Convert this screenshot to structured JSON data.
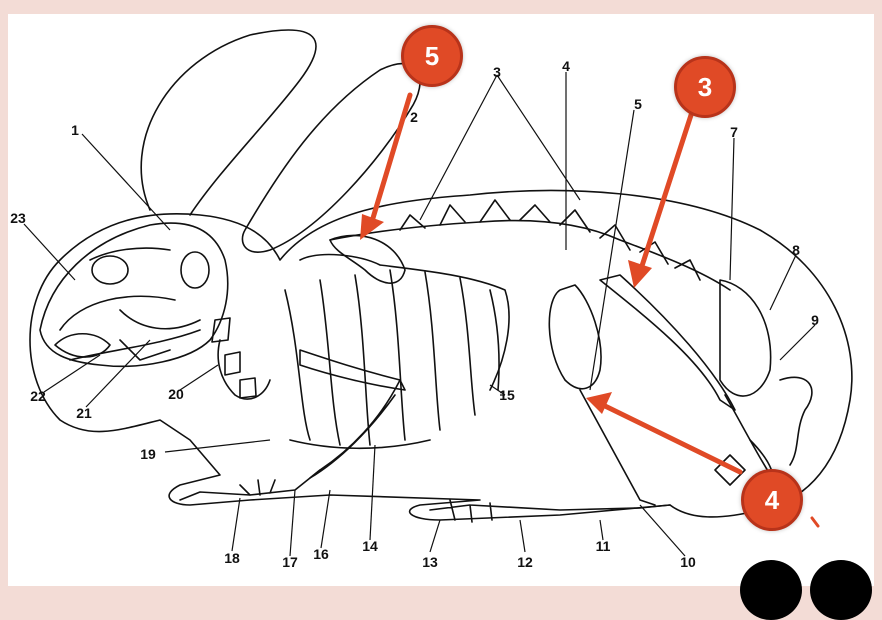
{
  "diagram": {
    "labels": [
      "1",
      "2",
      "3",
      "4",
      "5",
      "7",
      "8",
      "9",
      "10",
      "11",
      "12",
      "13",
      "14",
      "15",
      "16",
      "17",
      "18",
      "19",
      "20",
      "21",
      "22",
      "23"
    ],
    "callouts": [
      "5",
      "3",
      "4"
    ],
    "colors": {
      "callout_fill": "#e04a26",
      "arrow": "#e04a26",
      "line": "#111111",
      "background": "#f3dcd6"
    }
  }
}
